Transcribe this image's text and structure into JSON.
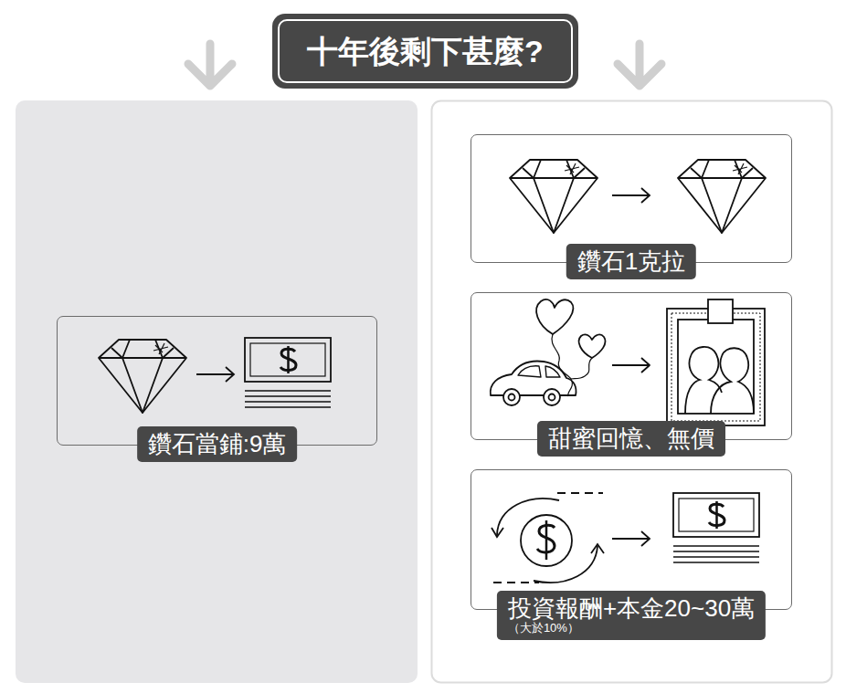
{
  "diagram": {
    "title": "十年後剩下甚麼?",
    "nodes": [
      {
        "text": [
          "鑽石當鋪:9萬"
        ]
      },
      {
        "text": [
          "鑽石1克拉"
        ]
      },
      {
        "text": [
          "甜蜜回憶、無價"
        ]
      },
      {
        "text": [
          "投資報酬+本金20~30萬",
          "（大於10%）"
        ]
      }
    ]
  }
}
